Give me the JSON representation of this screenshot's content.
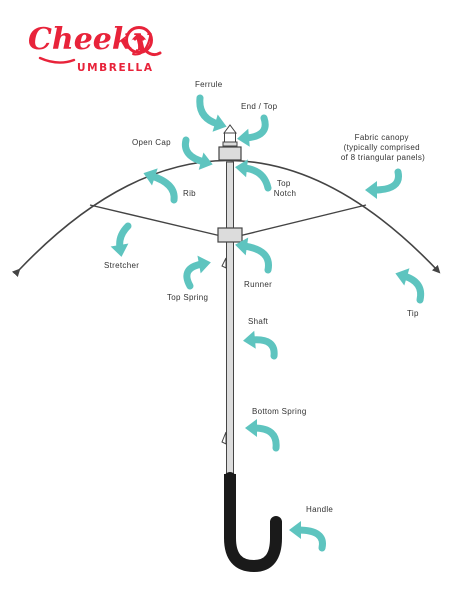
{
  "brand": {
    "name": "Cheeky",
    "sub": "UMBRELLA",
    "color": "#e8233a"
  },
  "colors": {
    "arrow": "#5ec4bf",
    "line": "#444444",
    "shaft": "#dcdcdc",
    "handle": "#1a1a1a"
  },
  "labels": {
    "ferrule": "Ferrule",
    "end_top": "End / Top",
    "open_cap": "Open Cap",
    "fabric_canopy": [
      "Fabric canopy",
      "(typically comprised",
      "of 8 triangular panels)"
    ],
    "rib": "Rib",
    "top_notch": [
      "Top",
      "Notch"
    ],
    "stretcher": "Stretcher",
    "runner": "Runner",
    "top_spring": "Top Spring",
    "tip": "Tip",
    "shaft": "Shaft",
    "bottom_spring": "Bottom Spring",
    "handle": "Handle"
  }
}
